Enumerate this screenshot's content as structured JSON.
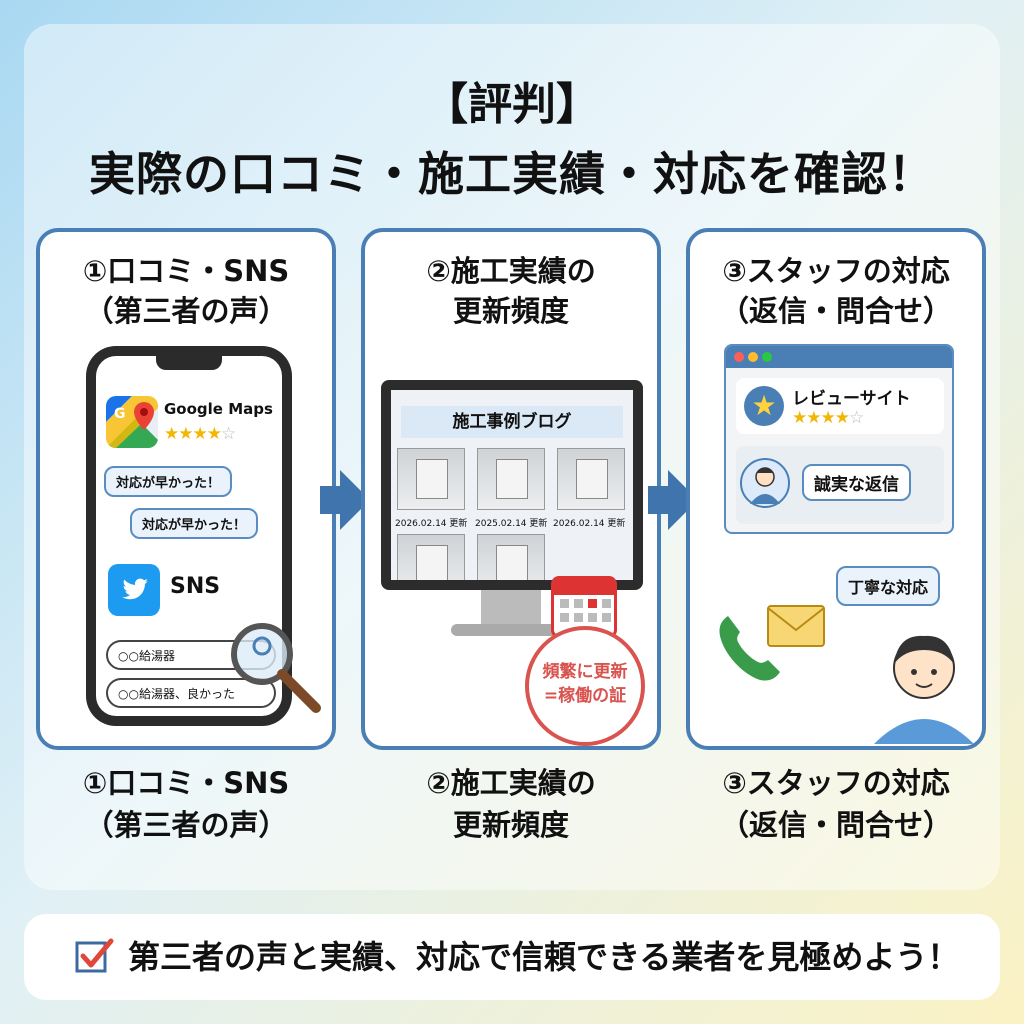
{
  "header": {
    "title_line1": "【評判】",
    "title_line2": "実際の口コミ・施工実績・対応を確認！"
  },
  "panels": [
    {
      "title_line1": "①口コミ・SNS",
      "title_line2": "（第三者の声）",
      "maps_name": "Google Maps",
      "rating_stars": 4,
      "bubble1": "対応が早かった！",
      "bubble2": "対応が早かった！",
      "sns_name": "SNS",
      "search1": "○○給湯器",
      "search2": "○○給湯器、良かった"
    },
    {
      "title_line1": "②施工実績の",
      "title_line2": "更新頻度",
      "blog_title": "施工事例ブログ",
      "dates": [
        "2026.02.14 更新",
        "2025.02.14 更新",
        "2026.02.14 更新"
      ],
      "stamp_line1": "頻繁に更新",
      "stamp_line2": "=稼働の証"
    },
    {
      "title_line1": "③スタッフの対応",
      "title_line2": "（返信・問合せ）",
      "review_site": "レビューサイト",
      "rating_stars": 4,
      "reply_text": "誠実な返信",
      "polite_text": "丁寧な対応"
    }
  ],
  "bottom_labels": [
    {
      "line1": "①口コミ・SNS",
      "line2": "（第三者の声）"
    },
    {
      "line1": "②施工実績の",
      "line2": "更新頻度"
    },
    {
      "line1": "③スタッフの対応",
      "line2": "（返信・問合せ）"
    }
  ],
  "footer": {
    "text": "第三者の声と実績、対応で信頼できる業者を見極めよう！"
  },
  "colors": {
    "accent": "#4a7fb5",
    "stamp": "#d9534f",
    "star": "#f2b705"
  }
}
